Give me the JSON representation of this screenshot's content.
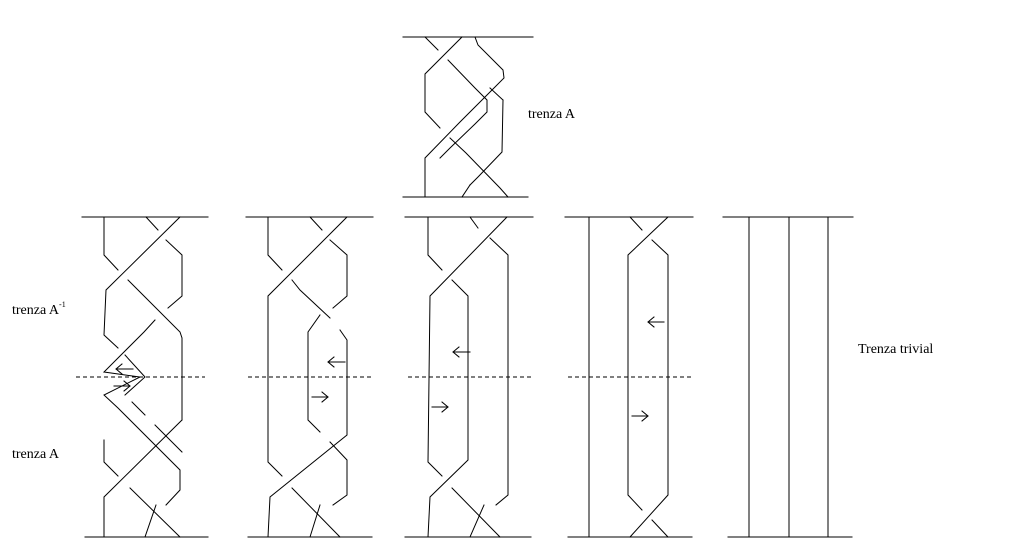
{
  "labels": {
    "braid_a_top": "trenza A",
    "braid_a_inverse": "trenza A",
    "inverse_exponent": "-1",
    "braid_a_bottom": "trenza A",
    "trivial_braid": "Trenza trivial"
  }
}
